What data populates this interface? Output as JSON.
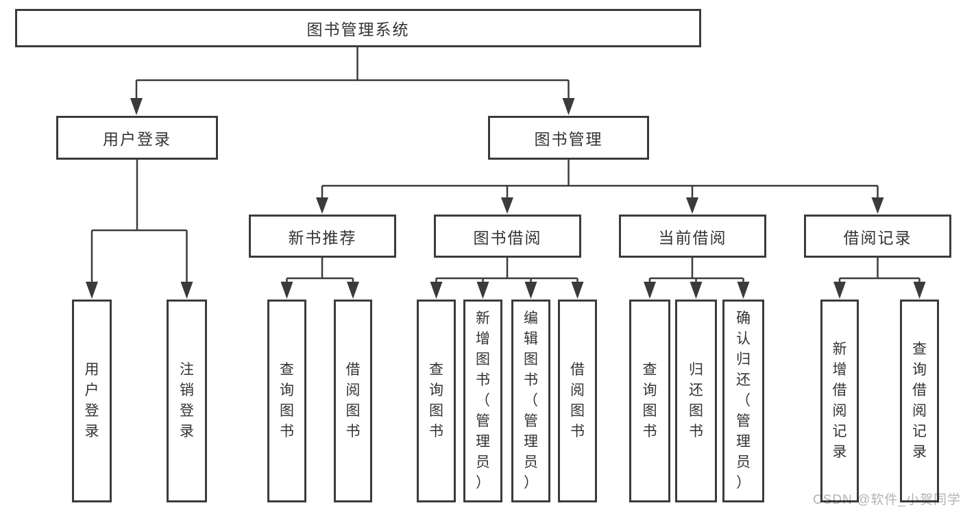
{
  "diagram": {
    "root": {
      "label": "图书管理系统",
      "children": [
        {
          "label": "用户登录",
          "children": [
            {
              "label": "用户登录"
            },
            {
              "label": "注销登录"
            }
          ]
        },
        {
          "label": "图书管理",
          "children": [
            {
              "label": "新书推荐",
              "children": [
                {
                  "label": "查询图书"
                },
                {
                  "label": "借阅图书"
                }
              ]
            },
            {
              "label": "图书借阅",
              "children": [
                {
                  "label": "查询图书"
                },
                {
                  "label": "新增图书（管理员）"
                },
                {
                  "label": "编辑图书（管理员）"
                },
                {
                  "label": "借阅图书"
                }
              ]
            },
            {
              "label": "当前借阅",
              "children": [
                {
                  "label": "查询图书"
                },
                {
                  "label": "归还图书"
                },
                {
                  "label": "确认归还（管理员）"
                }
              ]
            },
            {
              "label": "借阅记录",
              "children": [
                {
                  "label": "新增借阅记录"
                },
                {
                  "label": "查询借阅记录"
                }
              ]
            }
          ]
        }
      ]
    }
  },
  "watermark": {
    "text": "CSDN @软件_小贺同学"
  },
  "colors": {
    "line": "#3b3b3b",
    "box_border": "#3b3b3b",
    "text": "#333333",
    "background": "#ffffff",
    "watermark": "#b3b3b3"
  }
}
